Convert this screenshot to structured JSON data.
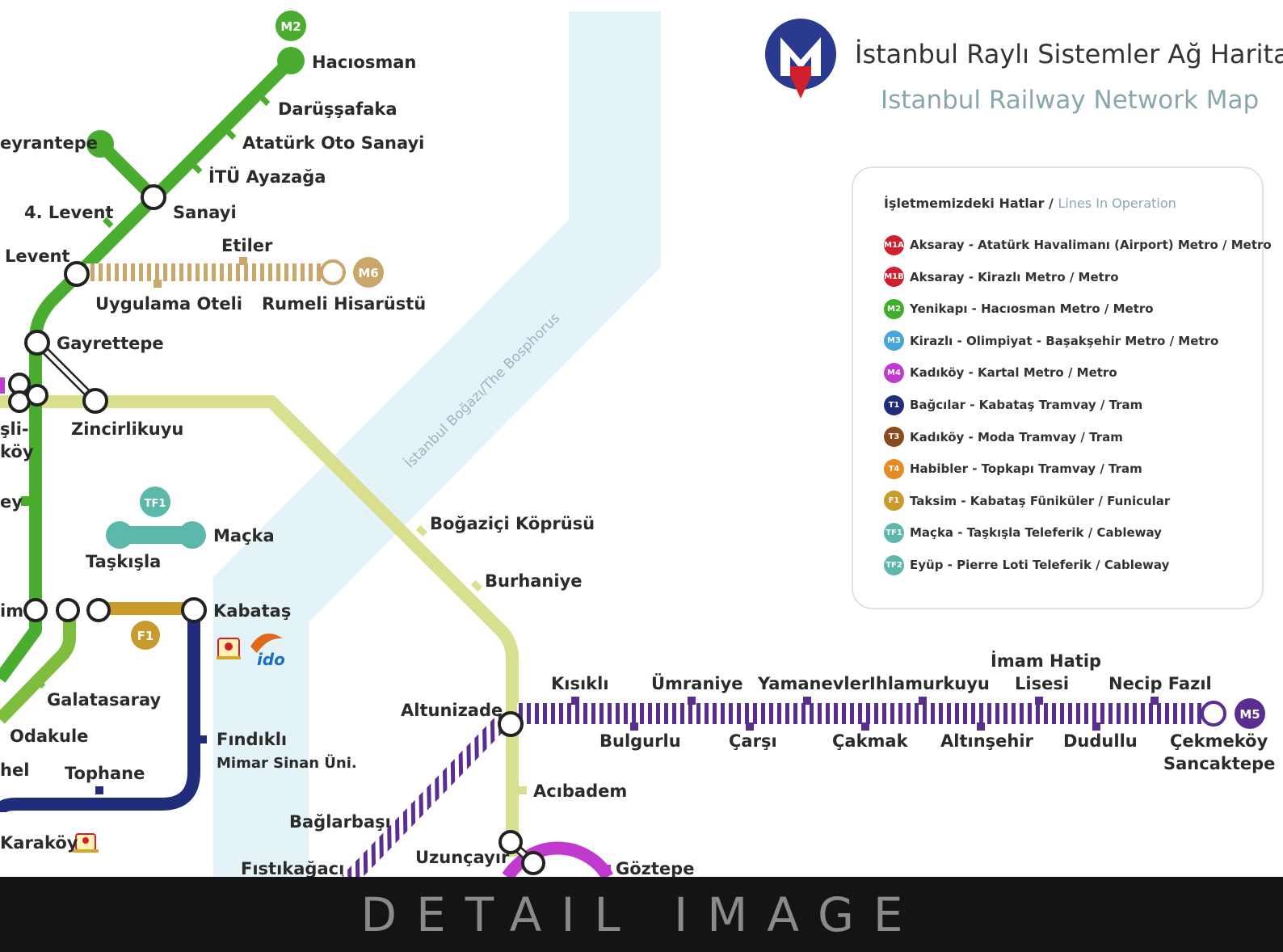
{
  "title": {
    "tr": "İstanbul Raylı Sistemler Ağ Haritası",
    "en": "Istanbul Railway Network Map"
  },
  "sea_label": "İstanbul Boğazı/The Bosphorus",
  "line_badges": {
    "m2": "M2",
    "m5": "M5",
    "m6": "M6",
    "tf1": "TF1",
    "f1": "F1"
  },
  "stations": {
    "haciosman": "Hacıosman",
    "darussafaka": "Darüşşafaka",
    "ataturk_oto_sanayi": "Atatürk Oto Sanayi",
    "itu_ayazaga": "İTÜ Ayazağa",
    "seyrantepe": "eyrantepe",
    "sanayi": "Sanayi",
    "levent4": "4. Levent",
    "etiler": "Etiler",
    "levent": "Levent",
    "uygulama_oteli": "Uygulama Oteli",
    "rumeli_hisarustu": "Rumeli Hisarüstü",
    "gayrettepe": "Gayrettepe",
    "zincirlikuyu": "Zincirlikuyu",
    "mecidiyekoy_1": "şli-",
    "mecidiyekoy_2": "köy",
    "osmanbey": "ey",
    "macka": "Maçka",
    "taskisla": "Taşkışla",
    "taksim": "im",
    "kabatas": "Kabataş",
    "bogazici_koprusu": "Boğaziçi Köprüsü",
    "burhaniye": "Burhaniye",
    "galatasaray": "Galatasaray",
    "odakule": "Odakule",
    "sishane": "hel",
    "tophane": "Tophane",
    "findikli": "Fındıklı",
    "mimar_sinan": "Mimar Sinan Üni.",
    "karakoy": "Karaköy",
    "altunizade": "Altunizade",
    "kisikli": "Kısıklı",
    "umraniye": "Ümraniye",
    "yamanevler": "Yamanevler",
    "ihlamurkuyu": "Ihlamurkuyu",
    "imam_hatip_1": "İmam Hatip",
    "imam_hatip_2": "Lisesi",
    "necip_fazil": "Necip Fazıl",
    "bulgurlu": "Bulgurlu",
    "carsi": "Çarşı",
    "cakmak": "Çakmak",
    "altinsehir": "Altınşehir",
    "dudullu": "Dudullu",
    "cekmekoy_1": "Çekmeköy",
    "cekmekoy_2": "Sancaktepe",
    "acibadem": "Acıbadem",
    "baglarbasi": "Bağlarbaşı",
    "uzuncayir": "Uzunçayır",
    "fistikagaci": "Fıstıkağacı",
    "goztepe": "Göztepe"
  },
  "ferry_logo": "ido",
  "legend": {
    "heading_tr": "İşletmemizdeki Hatlar /",
    "heading_en": "Lines In Operation",
    "items": [
      {
        "badge": "M1A",
        "text": "Aksaray - Atatürk Havalimanı (Airport) Metro / Metro",
        "color": "#d0202e"
      },
      {
        "badge": "M1B",
        "text": "Aksaray - Kirazlı Metro / Metro",
        "color": "#d0202e"
      },
      {
        "badge": "M2",
        "text": "Yenikapı - Hacıosman Metro / Metro",
        "color": "#3fae2a"
      },
      {
        "badge": "M3",
        "text": "Kirazlı - Olimpiyat - Başakşehir Metro / Metro",
        "color": "#46a6dc"
      },
      {
        "badge": "M4",
        "text": "Kadıköy - Kartal Metro / Metro",
        "color": "#c13ad0"
      },
      {
        "badge": "T1",
        "text": "Bağcılar - Kabataş Tramvay / Tram",
        "color": "#1f2d7a"
      },
      {
        "badge": "T3",
        "text": "Kadıköy - Moda Tramvay / Tram",
        "color": "#8a4a1c"
      },
      {
        "badge": "T4",
        "text": "Habibler - Topkapı Tramvay / Tram",
        "color": "#e88a22"
      },
      {
        "badge": "F1",
        "text": "Taksim - Kabataş Füniküler / Funicular",
        "color": "#c99a2c"
      },
      {
        "badge": "TF1",
        "text": "Maçka - Taşkışla Teleferik / Cableway",
        "color": "#5cb8aa"
      },
      {
        "badge": "TF2",
        "text": "Eyüp - Pierre Loti Teleferik / Cableway",
        "color": "#5cb8aa"
      }
    ]
  },
  "colors": {
    "m2": "#4aad2f",
    "m5": "#5a2d91",
    "m6": "#c9a66a",
    "tram": "#1f2d7a",
    "funicular": "#c99a2c",
    "cableway": "#5cb8aa",
    "m4": "#c13ad0",
    "bridge": "#d8df8f",
    "sea": "#e3f3f7"
  },
  "footer": "DETAIL IMAGE"
}
